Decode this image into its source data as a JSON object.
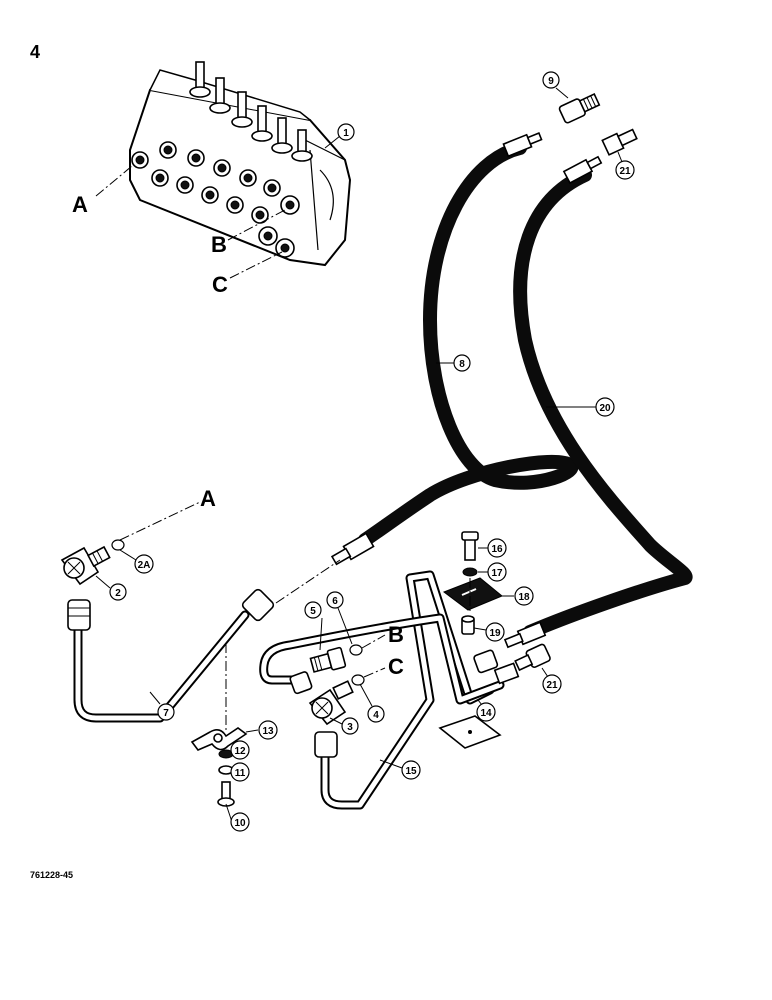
{
  "page_number": "4",
  "figure_code": "761228-45",
  "letters": {
    "a": "A",
    "b": "B",
    "c": "C"
  },
  "callouts": {
    "c1": "1",
    "c2": "2",
    "c2a": "2A",
    "c3": "3",
    "c4": "4",
    "c5": "5",
    "c6": "6",
    "c7": "7",
    "c8": "8",
    "c9": "9",
    "c10": "10",
    "c11": "11",
    "c12": "12",
    "c13": "13",
    "c14": "14",
    "c15": "15",
    "c16": "16",
    "c17": "17",
    "c18": "18",
    "c19": "19",
    "c20": "20",
    "c21a": "21",
    "c21b": "21"
  }
}
